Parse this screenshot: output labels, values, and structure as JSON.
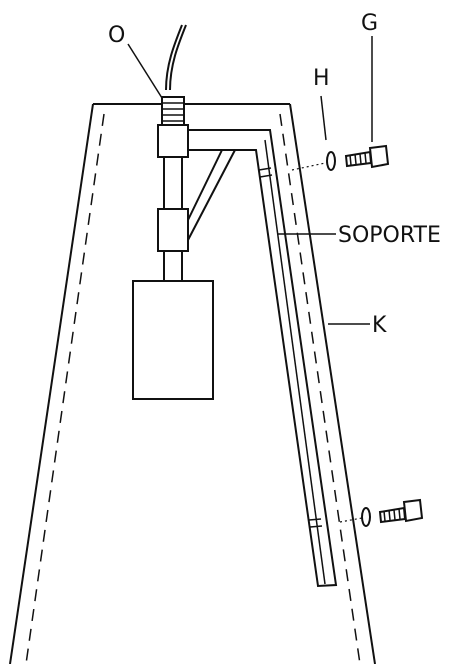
{
  "labels": {
    "o": "O",
    "g": "G",
    "h": "H",
    "soporte": "SOPORTE",
    "k": "K"
  }
}
